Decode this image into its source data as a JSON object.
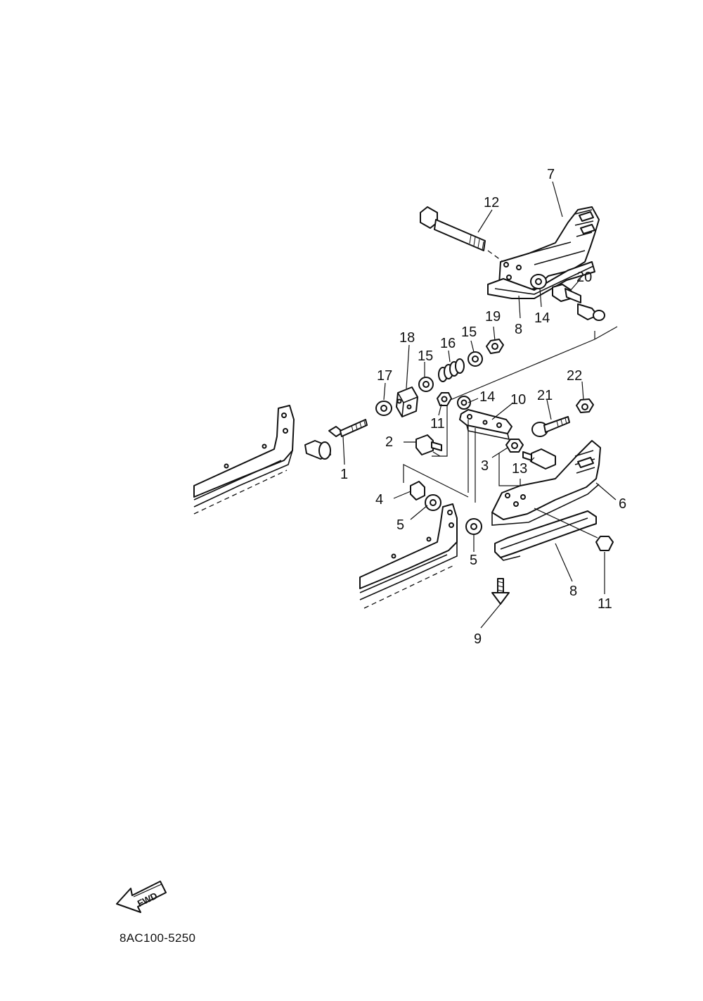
{
  "diagram": {
    "document_code": "8AC100-5250",
    "fwd_label": "FWD",
    "callouts": {
      "c7": "7",
      "c12": "12",
      "c20": "20",
      "c14_top": "14",
      "c8_top": "8",
      "c19": "19",
      "c15_a": "15",
      "c16": "16",
      "c18": "18",
      "c15_b": "15",
      "c17": "17",
      "c14_mid": "14",
      "c10": "10",
      "c11_mid": "11",
      "c22": "22",
      "c21": "21",
      "c2": "2",
      "c3": "3",
      "c13": "13",
      "c1": "1",
      "c6": "6",
      "c4": "4",
      "c5_a": "5",
      "c5_b": "5",
      "c8_bottom": "8",
      "c11_bottom": "11",
      "c9": "9"
    }
  }
}
